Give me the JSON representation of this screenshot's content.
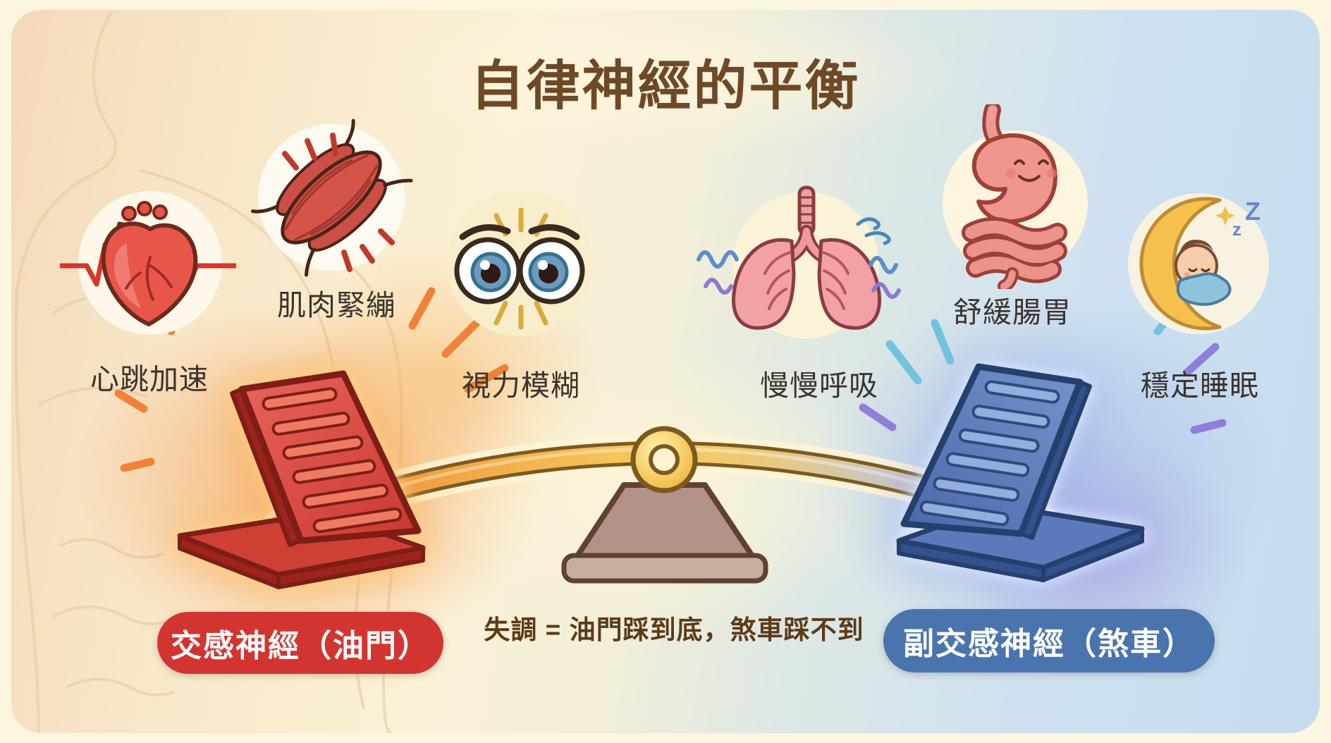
{
  "title": "自律神經的平衡",
  "title_color": "#6f4826",
  "sympathetic": {
    "pill_label": "交感神經（油門）",
    "items": [
      {
        "icon": "heart-ecg-icon",
        "label": "心跳加速"
      },
      {
        "icon": "muscle-icon",
        "label": "肌肉緊繃"
      },
      {
        "icon": "wide-eyes-icon",
        "label": "視力模糊"
      }
    ],
    "colors": {
      "pill_bg": "#d23530",
      "pedal": "#d9453a",
      "glow": "#f3944e"
    }
  },
  "parasympathetic": {
    "pill_label": "副交感神經（煞車）",
    "items": [
      {
        "icon": "lungs-breath-icon",
        "label": "慢慢呼吸"
      },
      {
        "icon": "stomach-gut-icon",
        "label": "舒緩腸胃"
      },
      {
        "icon": "sleep-moon-icon",
        "label": "穩定睡眠"
      }
    ],
    "colors": {
      "pill_bg": "#4a74ad",
      "pedal": "#5577b8",
      "glow": "#9aa8e0"
    }
  },
  "caption": "失調 = 油門踩到底，煞車踩不到",
  "seesaw": {
    "beam_color": "#f2b84a",
    "pivot_color": "#f0c050",
    "fulcrum_color": "#b29288"
  }
}
